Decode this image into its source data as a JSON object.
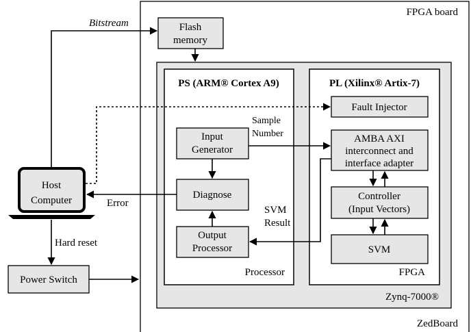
{
  "board": {
    "fpga_board_label": "FPGA board",
    "zedboard_label": "ZedBoard",
    "zynq_label": "Zynq-7000®"
  },
  "ps": {
    "title": "PS (ARM® Cortex A9)",
    "footer": "Processor",
    "input_generator": [
      "Input",
      "Generator"
    ],
    "diagnose": "Diagnose",
    "output_processor": [
      "Output",
      "Processor"
    ]
  },
  "pl": {
    "title": "PL (Xilinx® Artix-7)",
    "footer": "FPGA",
    "fault_injector": "Fault Injector",
    "amba": [
      "AMBA AXI",
      "interconnect and",
      "interface adapter"
    ],
    "controller": [
      "Controller",
      "(Input Vectors)"
    ],
    "svm": "SVM"
  },
  "external": {
    "flash_memory": [
      "Flash",
      "memory"
    ],
    "host_computer": [
      "Host",
      "Computer"
    ],
    "power_switch": "Power Switch"
  },
  "edges": {
    "bitstream": "Bitstream",
    "sample_number": [
      "Sample",
      "Number"
    ],
    "error": "Error",
    "svm_result": [
      "SVM",
      "Result"
    ],
    "hard_reset": "Hard reset"
  }
}
